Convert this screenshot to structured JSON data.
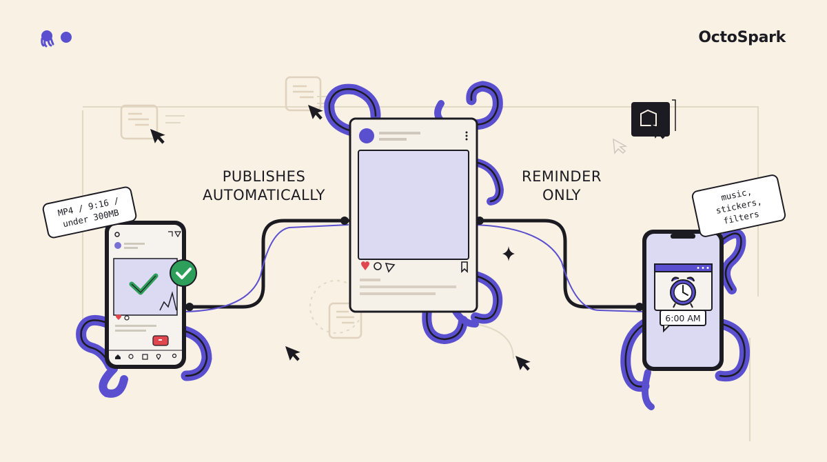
{
  "brand": {
    "name": "OctoSpark",
    "logo_icon": "octopus-logo-icon"
  },
  "labels": {
    "publishes": [
      "PUBLISHES",
      "AUTOMATICALLY"
    ],
    "reminder": [
      "REMINDER",
      "ONLY"
    ]
  },
  "notes": {
    "format": [
      "MP4 / 9:16 /",
      "under 300MB"
    ],
    "extras": [
      "music, stickers,",
      "filters"
    ]
  },
  "reminder_time": "6:00 AM",
  "colors": {
    "background": "#f8f1e4",
    "tentacle": "#5a4fcf",
    "ink": "#1d1b22",
    "screen": "#dcdaf2",
    "check": "#2e9e5b",
    "heart": "#e0464e"
  },
  "icons": [
    "cursor-icon",
    "check-icon",
    "heart-icon",
    "comment-icon",
    "share-icon",
    "bookmark-icon",
    "alarm-clock-icon",
    "sparkle-icon",
    "notification-icon",
    "home-icon",
    "search-icon",
    "profile-icon"
  ]
}
